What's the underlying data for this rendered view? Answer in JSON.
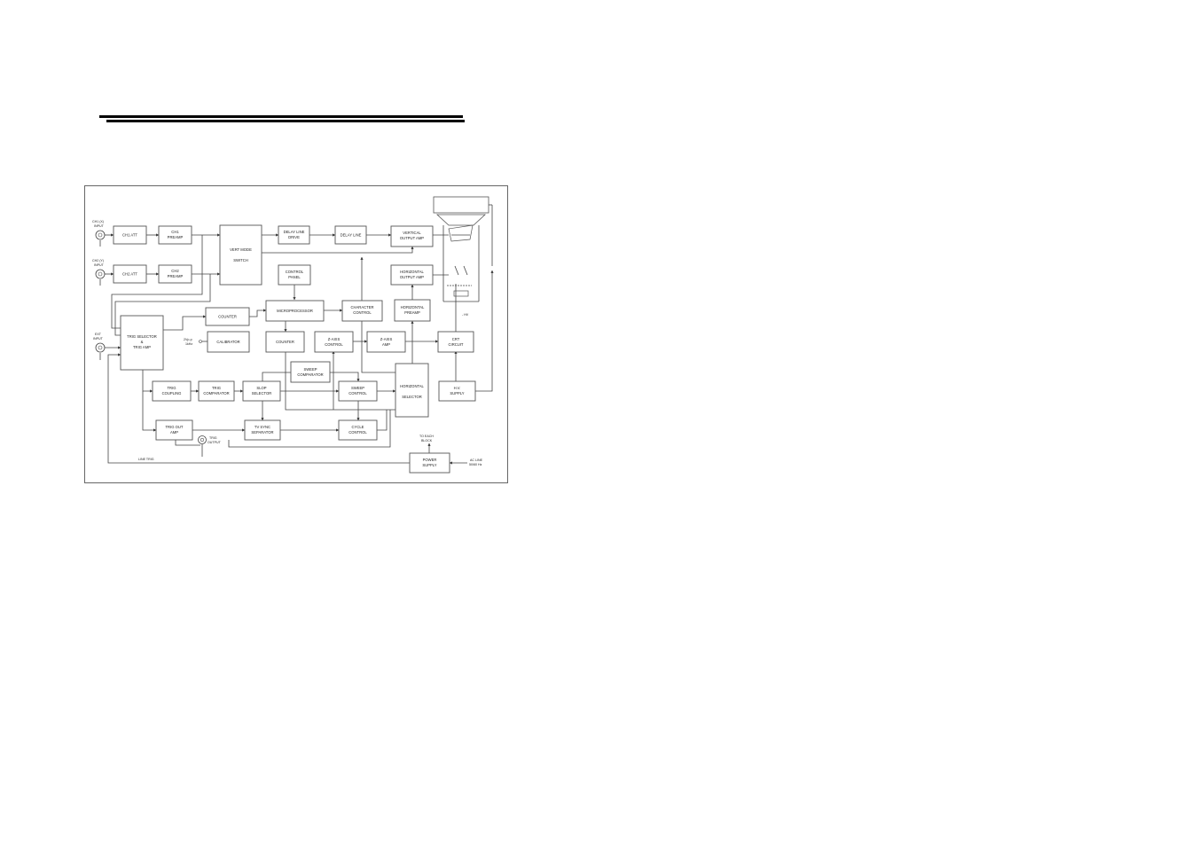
{
  "blocks": {
    "ch1_att": "CH1 ATT",
    "ch1_preamp": [
      "CH1",
      "PREAMP"
    ],
    "ch2_att": "CH2 ATT",
    "ch2_preamp": [
      "CH2",
      "PREAMP"
    ],
    "vert_mode_switch": [
      "VERT MODE",
      "SWITCH"
    ],
    "delay_line_drive": [
      "DELAY LINE",
      "DRIVE"
    ],
    "delay_line": "DELAY LINE",
    "vertical_output_amp": [
      "VERTICAL",
      "OUTPUT AMP"
    ],
    "control_panel": [
      "CONTROL",
      "PANEL"
    ],
    "horizontal_output_amp": [
      "HORIZONTAL",
      "OUTPUT AMP"
    ],
    "counter_top": "COUNTER",
    "microprocessor": "MICROPROCESSOR",
    "character_control": [
      "CHARACTER",
      "CONTROL"
    ],
    "horizontal_preamp": [
      "HORIZONTAL",
      "PREAMP"
    ],
    "trig_selector": [
      "TRIG SELECTOR",
      "&",
      "TRIG AMP"
    ],
    "calibrator": "CALIBRATOR",
    "counter_mid": "COUNTER",
    "z_axis_control": [
      "Z-AXIS",
      "CONTROL"
    ],
    "z_axis_amp": [
      "Z-AXIS",
      "AMP"
    ],
    "crt_circuit": [
      "CRT",
      "CIRCUIT"
    ],
    "sweep_comparator": [
      "SWEEP",
      "COMPARATOR"
    ],
    "horizontal_selector": [
      "HORIZONTAL",
      "SELECTOR"
    ],
    "trig_coupling": [
      "TRIG",
      "COUPLING"
    ],
    "trig_comparator": [
      "TRIG",
      "COMPARATOR"
    ],
    "slop_selector": [
      "SLOP",
      "SELECTOR"
    ],
    "sweep_control": [
      "SWEEP",
      "CONTROL"
    ],
    "hv_supply": [
      "H.V.",
      "SUPPLY"
    ],
    "trig_out_amp": [
      "TRIG OUT",
      "AMP"
    ],
    "tv_sync_separator": [
      "TV SYNC",
      "SEPARATOR"
    ],
    "cycle_control": [
      "CYCLE",
      "CONTROL"
    ],
    "power_supply": [
      "POWER",
      "SUPPLY"
    ]
  },
  "labels": {
    "ch1_input": [
      "CH1 (X)",
      "INPUT"
    ],
    "ch2_input": [
      "CH2 (Y)",
      "INPUT"
    ],
    "ext_input": [
      "EXT",
      "INPUT"
    ],
    "cal_signal": [
      "2Vp-p",
      "1kHz"
    ],
    "trig_output": [
      "TRIG",
      "OUTPUT"
    ],
    "to_each_block": [
      "TO EACH",
      "BLOCK"
    ],
    "ac_line": [
      "AC LINE",
      "50/60 Hz"
    ],
    "line_trig": "LINE TRIG",
    "minus_hv": "- HV"
  }
}
